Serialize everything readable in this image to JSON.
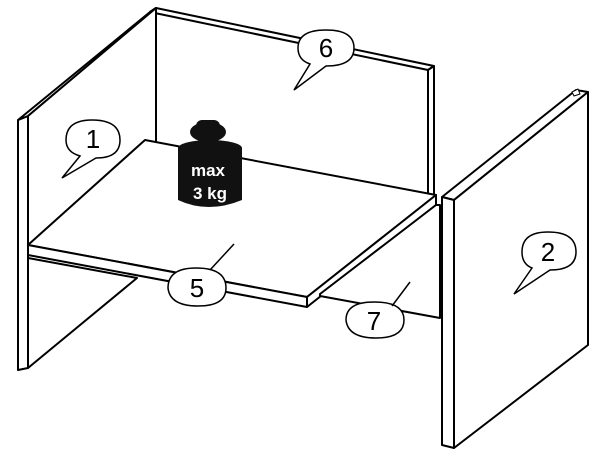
{
  "colors": {
    "background": "#ffffff",
    "outline": "#000000",
    "panel_face": "#ffffff",
    "weight_fill": "#111111",
    "weight_text": "#ffffff"
  },
  "parts": [
    {
      "id": "1",
      "label": "1"
    },
    {
      "id": "2",
      "label": "2"
    },
    {
      "id": "5",
      "label": "5"
    },
    {
      "id": "6",
      "label": "6"
    },
    {
      "id": "7",
      "label": "7"
    }
  ],
  "weight": {
    "line1": "max",
    "line2": "3 kg"
  }
}
